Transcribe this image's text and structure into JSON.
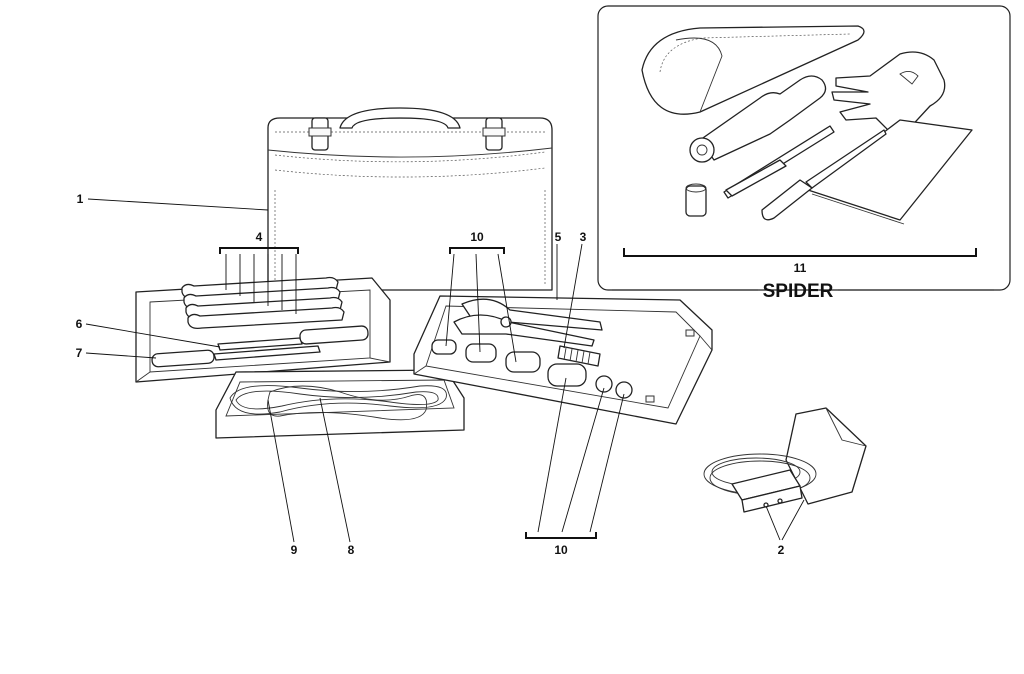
{
  "callouts": {
    "c1": "1",
    "c2": "2",
    "c3": "3",
    "c4": "4",
    "c5": "5",
    "c6": "6",
    "c7": "7",
    "c8": "8",
    "c9": "9",
    "c10_top": "10",
    "c10_bottom": "10",
    "c11": "11"
  },
  "inset": {
    "title": "SPIDER"
  }
}
